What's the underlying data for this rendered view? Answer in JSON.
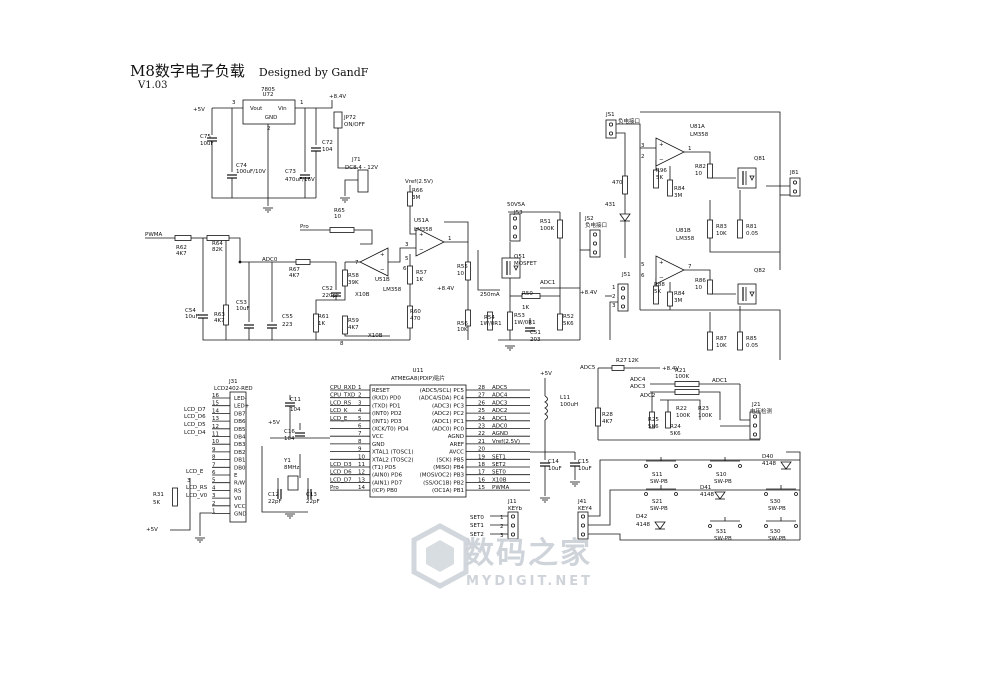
{
  "header": {
    "title": "M8数字电子负载",
    "designer": "Designed by GandF",
    "version": "V1.03"
  },
  "regulator": {
    "ref": "U72",
    "part": "7805",
    "vout": "Vout",
    "vin": "Vin",
    "gnd": "GND",
    "pin_out": "3",
    "pin_in": "1",
    "pin_gnd": "2"
  },
  "power": {
    "p5v": "+5V",
    "p84v": "+8.4V",
    "dc_jack_ref": "J71",
    "dc_jack_val": "DC8.4 - 12V",
    "switch_ref": "JP72",
    "switch_val": "ON/OFF"
  },
  "caps_top": [
    {
      "ref": "C75",
      "val": "10uF"
    },
    {
      "ref": "C74",
      "val": "100uF/10V"
    },
    {
      "ref": "C73",
      "val": "470uF/16V"
    },
    {
      "ref": "C72",
      "val": "104"
    }
  ],
  "control": {
    "pwma": "PWMA",
    "pro": "Pro",
    "vref": "Vref(2.5V)",
    "adc0": "ADC0",
    "adc1": "ADC1",
    "mosfet_label": "50V5A",
    "r62": "R62",
    "r62v": "4K7",
    "r64": "R64",
    "r64v": "82K",
    "r63": "R63",
    "r63v": "4K7",
    "c54": "C54",
    "c54v": "10uF",
    "c53": "C53",
    "c53v": "10uF",
    "c55": "C55",
    "c55v": "223",
    "r67": "R67",
    "r67v": "4K7",
    "r65": "R65",
    "r65v": "10",
    "r58": "R58",
    "r58v": "39K",
    "c52": "C52",
    "c52v": "220pF",
    "r61": "R61",
    "r61v": "1K",
    "r59": "R59",
    "r59v": "4K7",
    "x10b_a": "X10B",
    "x10b_b": "X10B",
    "u51b": "U51B",
    "u51b_p": "LM358",
    "u51a": "U51A",
    "u51a_p": "LM358",
    "r66": "R66",
    "r66v": "3M",
    "r57": "R57",
    "r57v": "1K",
    "r60": "R60",
    "r60v": "470",
    "r55": "R55",
    "r55v": "10",
    "r56": "R56",
    "r56v": "10K",
    "r54": "R54",
    "r54v": "1W/0R1",
    "q51": "Q51",
    "q51_p": "MOSFET",
    "j53": "J53",
    "r51": "R51",
    "r51v": "100K",
    "r50": "R50",
    "r50v": "1K",
    "r53": "R53",
    "r53v": "1W/0R1",
    "c51": "C51",
    "c51v": "203",
    "r52": "R52",
    "r52v": "5K6",
    "js2": "JS2",
    "js2v": "负电接口",
    "j51": "J51",
    "js1": "JS1",
    "js1v": "负电接口",
    "load_note": "250mA",
    "p8": "+8.4V",
    "pins": [
      "1",
      "2",
      "3",
      "4",
      "5",
      "6",
      "7",
      "8"
    ]
  },
  "right_block": {
    "u81a": "U81A",
    "u81a_p": "LM358",
    "u81b": "U81B",
    "u81b_p": "LM358",
    "r82": "R82",
    "r82v": "10",
    "r84": "R84",
    "r84v": "3M",
    "r96": "R96",
    "r96v": "5K",
    "q81": "Q81",
    "q82": "Q82",
    "r81": "R81",
    "r81v": "0.05",
    "r83": "R83",
    "r83v": "10K",
    "r86": "R86",
    "r86v": "10",
    "r88": "R88",
    "r88v": "5K",
    "r85": "R85",
    "r85v": "0.05",
    "r87": "R87",
    "r87v": "10K",
    "j81": "J81",
    "r470": "470",
    "v431": "431"
  },
  "mcu": {
    "ref": "U11",
    "part": "ATMEGA8(PDIP)贴片",
    "left_pins": [
      {
        "n": "1",
        "name": "RESET"
      },
      {
        "n": "2",
        "name": "(RXD) PD0"
      },
      {
        "n": "3",
        "name": "(TXD) PD1"
      },
      {
        "n": "4",
        "name": "(INT0) PD2"
      },
      {
        "n": "5",
        "name": "(INT1) PD3"
      },
      {
        "n": "6",
        "name": "(XCK/T0) PD4"
      },
      {
        "n": "7",
        "name": "VCC"
      },
      {
        "n": "8",
        "name": "GND"
      },
      {
        "n": "9",
        "name": "XTAL1 (TOSC1)"
      },
      {
        "n": "10",
        "name": "XTAL2 (TOSC2)"
      },
      {
        "n": "11",
        "name": "(T1) PD5"
      },
      {
        "n": "12",
        "name": "(AIN0) PD6"
      },
      {
        "n": "13",
        "name": "(AIN1) PD7"
      },
      {
        "n": "14",
        "name": "(ICP) PB0"
      }
    ],
    "right_pins": [
      {
        "n": "28",
        "name": "(ADC5/SCL) PC5"
      },
      {
        "n": "27",
        "name": "(ADC4/SDA) PC4"
      },
      {
        "n": "26",
        "name": "(ADC3) PC3"
      },
      {
        "n": "25",
        "name": "(ADC2) PC2"
      },
      {
        "n": "24",
        "name": "(ADC1) PC1"
      },
      {
        "n": "23",
        "name": "(ADC0) PC0"
      },
      {
        "n": "22",
        "name": "AGND"
      },
      {
        "n": "21",
        "name": "AREF"
      },
      {
        "n": "20",
        "name": "AVCC"
      },
      {
        "n": "19",
        "name": "(SCK) PB5"
      },
      {
        "n": "18",
        "name": "(MISO) PB4"
      },
      {
        "n": "17",
        "name": "(MOSI/OC2) PB3"
      },
      {
        "n": "16",
        "name": "(SS/OC1B) PB2"
      },
      {
        "n": "15",
        "name": "(OC1A) PB1"
      }
    ],
    "left_nets": [
      "CPU_RXD",
      "CPU_TXD",
      "LCD_RS",
      "LCD_K",
      "LCD_E",
      "",
      "",
      "",
      "",
      "",
      "LCD_D3",
      "LCD_D6",
      "LCD_D7",
      "Pro"
    ],
    "right_nets": [
      "ADC5",
      "ADC4",
      "ADC3",
      "ADC2",
      "ADC1",
      "ADC0",
      "AGND",
      "Vref(2.5V)",
      "",
      "SET1",
      "SET2",
      "SET0",
      "X10B",
      "PWMA"
    ],
    "c11": "C11",
    "c11v": "104",
    "c16": "C16",
    "c16v": "104",
    "y1": "Y1",
    "y1v": "8MHz",
    "c12": "C12",
    "c12v": "22pF",
    "c13": "C13",
    "c13v": "22pF",
    "l11": "L11",
    "l11v": "100uH",
    "c14": "C14",
    "c14v": "10uF",
    "c15": "C15",
    "c15v": "10uF"
  },
  "lcd": {
    "ref": "J31",
    "part": "LCD2402-RED",
    "pins": [
      {
        "n": "16",
        "name": "LED-"
      },
      {
        "n": "15",
        "name": "LED+"
      },
      {
        "n": "14",
        "name": "DB7"
      },
      {
        "n": "13",
        "name": "DB6"
      },
      {
        "n": "12",
        "name": "DB5"
      },
      {
        "n": "11",
        "name": "DB4"
      },
      {
        "n": "10",
        "name": "DB3"
      },
      {
        "n": "9",
        "name": "DB2"
      },
      {
        "n": "8",
        "name": "DB1"
      },
      {
        "n": "7",
        "name": "DB0"
      },
      {
        "n": "6",
        "name": "E"
      },
      {
        "n": "5",
        "name": "R/W"
      },
      {
        "n": "4",
        "name": "RS"
      },
      {
        "n": "3",
        "name": "V0"
      },
      {
        "n": "2",
        "name": "VCC"
      },
      {
        "n": "1",
        "name": "GND"
      }
    ],
    "nets": [
      "LCD_D7",
      "LCD_D6",
      "LCD_D5",
      "LCD_D4",
      "LCD_E",
      "LCD_RS",
      "LCD_V0"
    ],
    "r31": "R31",
    "r31v": "5K",
    "pot_pin": "3"
  },
  "adc_net": {
    "adc5": "ADC5",
    "r27": "R27",
    "r27v": "12K",
    "adc4": "ADC4",
    "adc3": "ADC3",
    "adc2": "ADC2",
    "adc1": "ADC1",
    "r21": "R21",
    "r21v": "100K",
    "r22": "R22",
    "r22v": "100K",
    "r23": "R23",
    "r23v": "100K",
    "r28": "R28",
    "r28v": "4K7",
    "r25": "R25",
    "r25v": "5K6",
    "r24": "R24",
    "r24v": "5K6",
    "j21": "J21",
    "j21v": "电压检测"
  },
  "keys": {
    "j11": "J11",
    "j11v": "KEYb",
    "j41": "J41",
    "j41v": "KEY4",
    "set0": "SET0",
    "set1": "SET1",
    "set2": "SET2",
    "sw": [
      {
        "ref": "S11",
        "v": "SW-PB"
      },
      {
        "ref": "S10",
        "v": "SW-PB"
      },
      {
        "ref": "S21",
        "v": "SW-PB"
      },
      {
        "ref": "S30",
        "v": "SW-PB"
      },
      {
        "ref": "S31",
        "v": "SW-PB"
      },
      {
        "ref": "S30",
        "v": "SW-PB"
      }
    ],
    "d40": "D40",
    "d40v": "4148",
    "d41": "D41",
    "d41v": "4148",
    "d42": "D42",
    "d42v": "4148"
  },
  "watermark": {
    "t1": "数码之家",
    "t2": "MYDIGIT.NET"
  }
}
